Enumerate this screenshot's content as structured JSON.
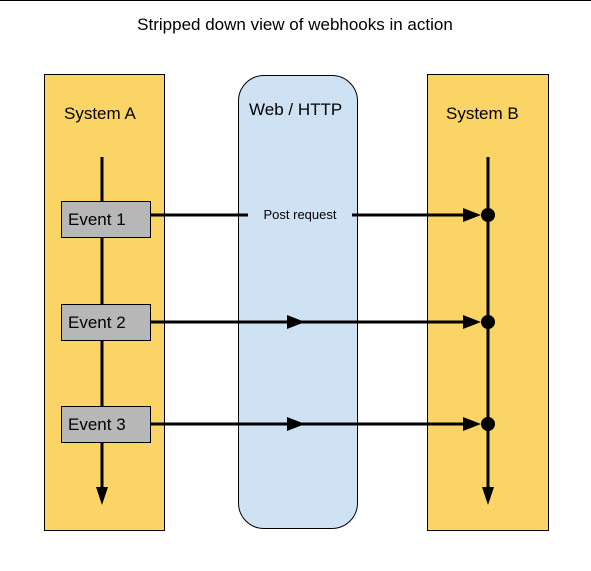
{
  "title": "Stripped down view of webhooks in action",
  "lanes": {
    "system_a": "System A",
    "web": "Web / HTTP",
    "system_b": "System B"
  },
  "events": [
    {
      "label": "Event 1"
    },
    {
      "label": "Event 2"
    },
    {
      "label": "Event 3"
    }
  ],
  "messages": [
    {
      "label": "Post request"
    }
  ],
  "colors": {
    "system_lane": "#fad566",
    "web_lane": "#cfe2f3",
    "event_box": "#b7b7b7",
    "line": "#000000"
  }
}
